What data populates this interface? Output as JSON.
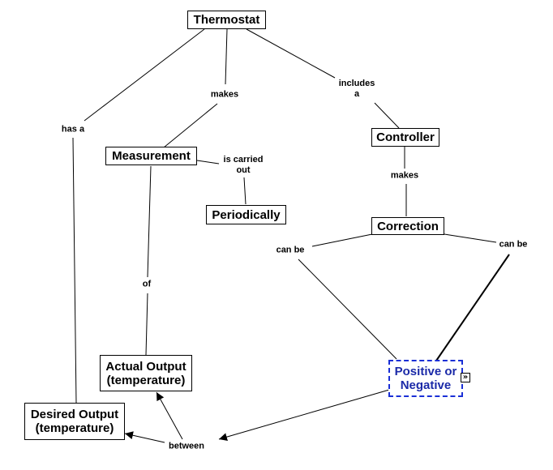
{
  "concepts": {
    "thermostat": "Thermostat",
    "measurement": "Measurement",
    "periodically": "Periodically",
    "controller": "Controller",
    "correction": "Correction",
    "positive_negative": "Positive or\nNegative",
    "actual_output": "Actual Output\n(temperature)",
    "desired_output": "Desired Output\n(temperature)"
  },
  "linking_phrases": {
    "has_a": "has a",
    "makes_1": "makes",
    "includes_a": "includes\na",
    "is_carried_out": "is carried\nout",
    "makes_2": "makes",
    "can_be_1": "can be",
    "can_be_2": "can be",
    "of": "of",
    "between": "between"
  },
  "selected_concept": "positive_negative",
  "colors": {
    "selection_border": "#1a2fd6",
    "selection_text": "#1b2aa8",
    "line": "#000000"
  },
  "icons": {
    "expand": "double-chevron-right-icon"
  }
}
